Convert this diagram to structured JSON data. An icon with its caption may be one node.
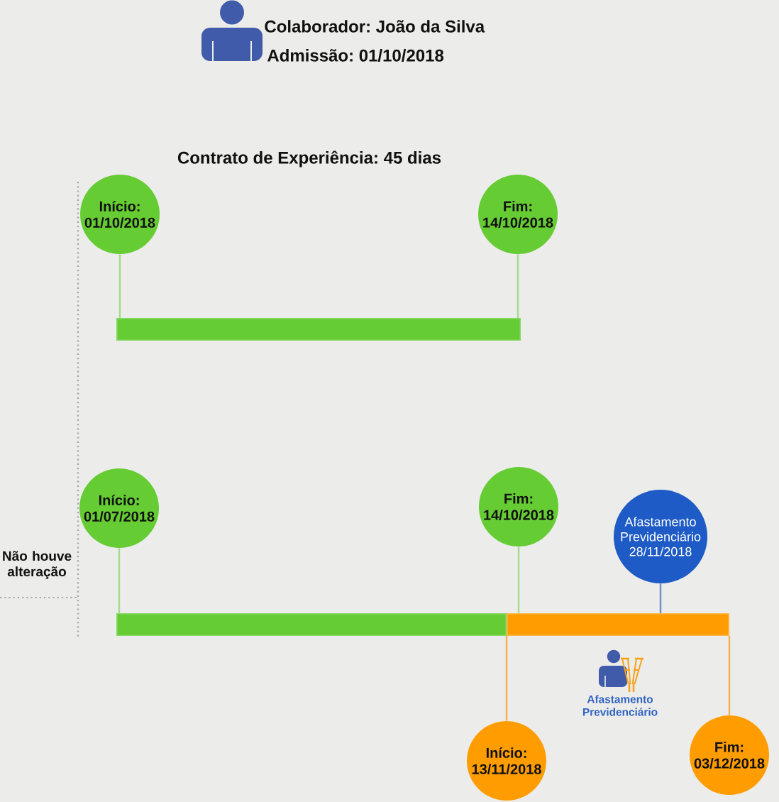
{
  "diagram": {
    "nodes": [
      {
        "text": [
          "Início: 01/10/2018"
        ]
      },
      {
        "text": [
          "Fim: 14/10/2018"
        ]
      },
      {
        "text": [],
        "shape": "bar"
      },
      {
        "text": [
          "Início: 01/07/2018"
        ]
      },
      {
        "text": [
          "Fim: 14/10/2018"
        ]
      },
      {
        "text": [
          "Afastamento Previdenciário 28/11/2018"
        ]
      },
      {
        "text": [],
        "shape": "bar"
      },
      {
        "text": [],
        "shape": "bar"
      },
      {
        "text": [
          "Início: 13/11/2018"
        ]
      },
      {
        "text": [
          "Fim: 03/12/2018"
        ]
      }
    ],
    "edges": [
      {
        "from": 0,
        "to": 2,
        "arrow": "none"
      },
      {
        "from": 1,
        "to": 2,
        "arrow": "none"
      },
      {
        "from": 3,
        "to": 6,
        "arrow": "none"
      },
      {
        "from": 4,
        "to": 7,
        "arrow": "none"
      },
      {
        "from": 5,
        "to": 7,
        "arrow": "none",
        "color": "#6c8cc8"
      },
      {
        "from": 7,
        "to": 8,
        "arrow": "none",
        "color": "#f5b04f"
      },
      {
        "from": 7,
        "to": 9,
        "arrow": "none",
        "color": "#f5b04f"
      }
    ],
    "labels": [
      "Colaborador: João da Silva",
      "Admissão: 01/10/2018",
      "Contrato de Experiência: 45 dias",
      "Não houve alteração",
      "Afastamento Previdenciário"
    ]
  }
}
